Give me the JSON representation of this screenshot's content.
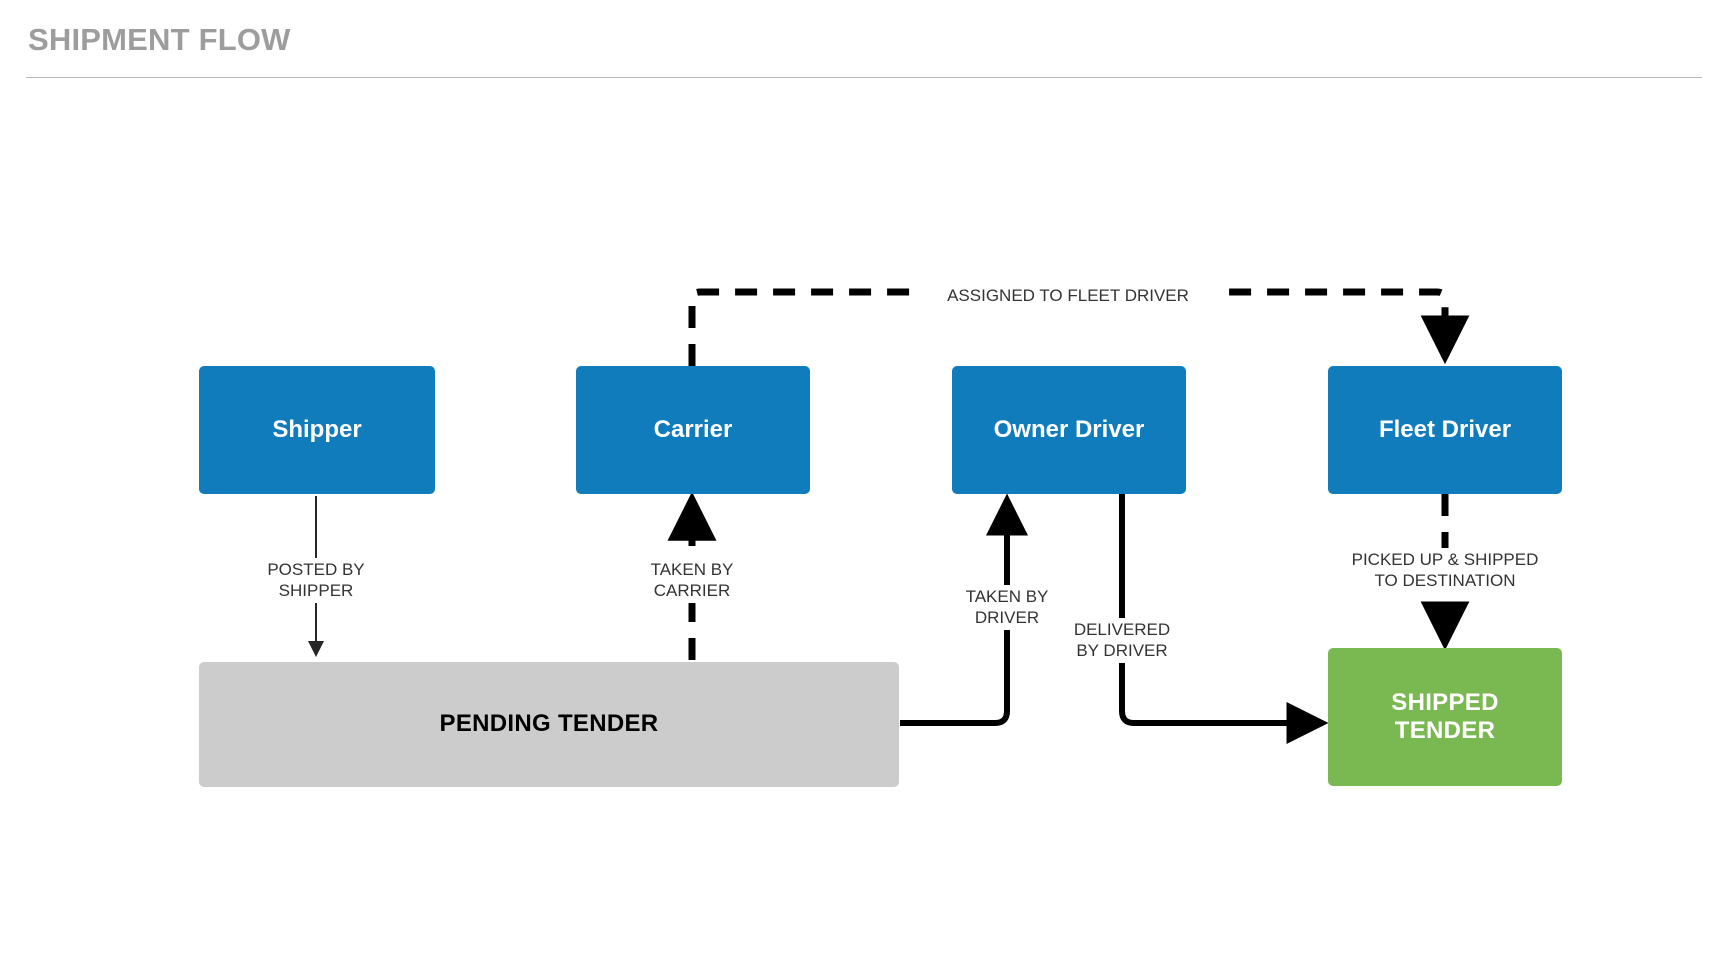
{
  "header": {
    "title": "SHIPMENT FLOW"
  },
  "colors": {
    "actor_fill": "#117cbc",
    "pending_fill": "#cccccc",
    "shipped_fill": "#7ab851",
    "edge_stroke": "#000000",
    "thin_edge_stroke": "#262626",
    "title_color": "#9d9d9d",
    "label_color": "#333333",
    "actor_text": "#ffffff",
    "pending_text": "#000000",
    "shipped_text": "#ffffff"
  },
  "diagram": {
    "type": "flowchart",
    "nodes": [
      {
        "id": "shipper",
        "label": "Shipper",
        "kind": "actor"
      },
      {
        "id": "carrier",
        "label": "Carrier",
        "kind": "actor"
      },
      {
        "id": "owner_driver",
        "label": "Owner Driver",
        "kind": "actor"
      },
      {
        "id": "fleet_driver",
        "label": "Fleet Driver",
        "kind": "actor"
      },
      {
        "id": "pending_tender",
        "label": "PENDING TENDER",
        "kind": "state-pending"
      },
      {
        "id": "shipped_tender",
        "label": "SHIPPED\nTENDER",
        "kind": "state-shipped"
      }
    ],
    "edges": [
      {
        "id": "e1",
        "from": "shipper",
        "to": "pending_tender",
        "label": "POSTED BY\nSHIPPER",
        "style": "solid-thin"
      },
      {
        "id": "e2",
        "from": "pending_tender",
        "to": "carrier",
        "label": "TAKEN BY\nCARRIER",
        "style": "dashed-thick"
      },
      {
        "id": "e3",
        "from": "carrier",
        "to": "fleet_driver",
        "label": "ASSIGNED TO FLEET DRIVER",
        "style": "dashed-thick"
      },
      {
        "id": "e4",
        "from": "pending_tender",
        "to": "owner_driver",
        "label": "TAKEN BY\nDRIVER",
        "style": "solid-thick"
      },
      {
        "id": "e5",
        "from": "owner_driver",
        "to": "shipped_tender",
        "label": "DELIVERED\nBY DRIVER",
        "style": "solid-thick"
      },
      {
        "id": "e6",
        "from": "fleet_driver",
        "to": "shipped_tender",
        "label": "PICKED UP & SHIPPED\nTO DESTINATION",
        "style": "dashed-thick"
      }
    ]
  }
}
